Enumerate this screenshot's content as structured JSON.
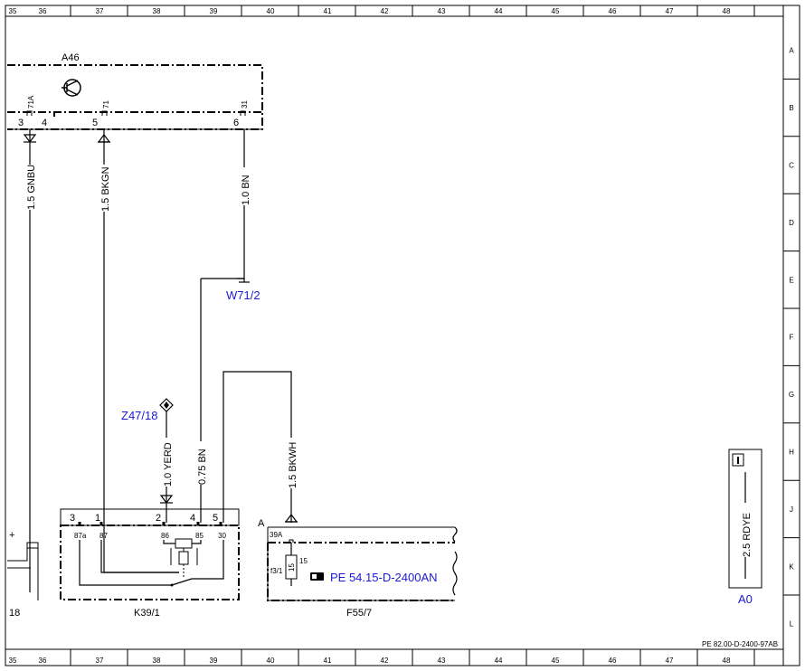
{
  "columns": [
    "35",
    "36",
    "37",
    "38",
    "39",
    "40",
    "41",
    "42",
    "43",
    "44",
    "45",
    "46",
    "47",
    "48"
  ],
  "rows": [
    "A",
    "B",
    "C",
    "D",
    "E",
    "F",
    "G",
    "H",
    "J",
    "K",
    "L"
  ],
  "components": {
    "a46": {
      "label": "A46",
      "pins": [
        {
          "num": "3",
          "name": "71A"
        },
        {
          "num": "4",
          "name": ""
        },
        {
          "num": "5",
          "name": "71"
        },
        {
          "num": "6",
          "name": "31"
        }
      ]
    },
    "k39_1": {
      "label": "K39/1",
      "pin_numbers": [
        "3",
        "1",
        "2",
        "4",
        "5"
      ],
      "pin_names": [
        "87a",
        "87",
        "86",
        "85",
        "30"
      ]
    },
    "f55_7": {
      "label": "F55/7",
      "pin_letter": "A",
      "pin_name": "39A",
      "fuse_label": "f3/1",
      "fuse_rating": "15",
      "fuse_rating_top": "15"
    },
    "a0": {
      "label": "A0",
      "wire_label": "2.5 RDYE"
    }
  },
  "wires": {
    "w1": "1.5 GNBU",
    "w2": "1.5 BKGN",
    "w3": "1.0 BN",
    "w4": "1.0 YERD",
    "w5": "0.75 BN",
    "w6": "1.5 BKWH"
  },
  "references": {
    "ground": "W71/2",
    "connector": "Z47/18",
    "doc_ref": "PE 54.15-D-2400AN"
  },
  "left_fragment": {
    "label": "18",
    "sign": "+"
  },
  "footer": {
    "doc_id": "PE 82.00-D-2400-97AB"
  },
  "colors": {
    "reference_blue": "#1a1ad6",
    "line": "#000000"
  }
}
